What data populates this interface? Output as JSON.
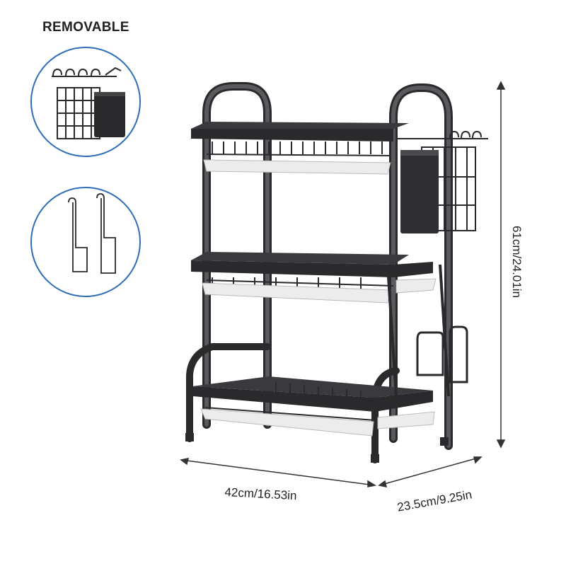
{
  "badge": {
    "text": "REMOVABLE"
  },
  "insets": [
    {
      "name": "utensil-holder-with-hooks",
      "icon": "utensil-basket-icon"
    },
    {
      "name": "hanging-hook",
      "icon": "hanging-hook-icon"
    }
  ],
  "dimensions": {
    "width": "42cm/16.53in",
    "depth": "23.5cm/9.25in",
    "height": "61cm/24.01in"
  },
  "colors": {
    "rack": "#2a2a2c",
    "tray": "#ececec",
    "circle_border": "#2f6db5",
    "dimension_line": "#333333"
  }
}
